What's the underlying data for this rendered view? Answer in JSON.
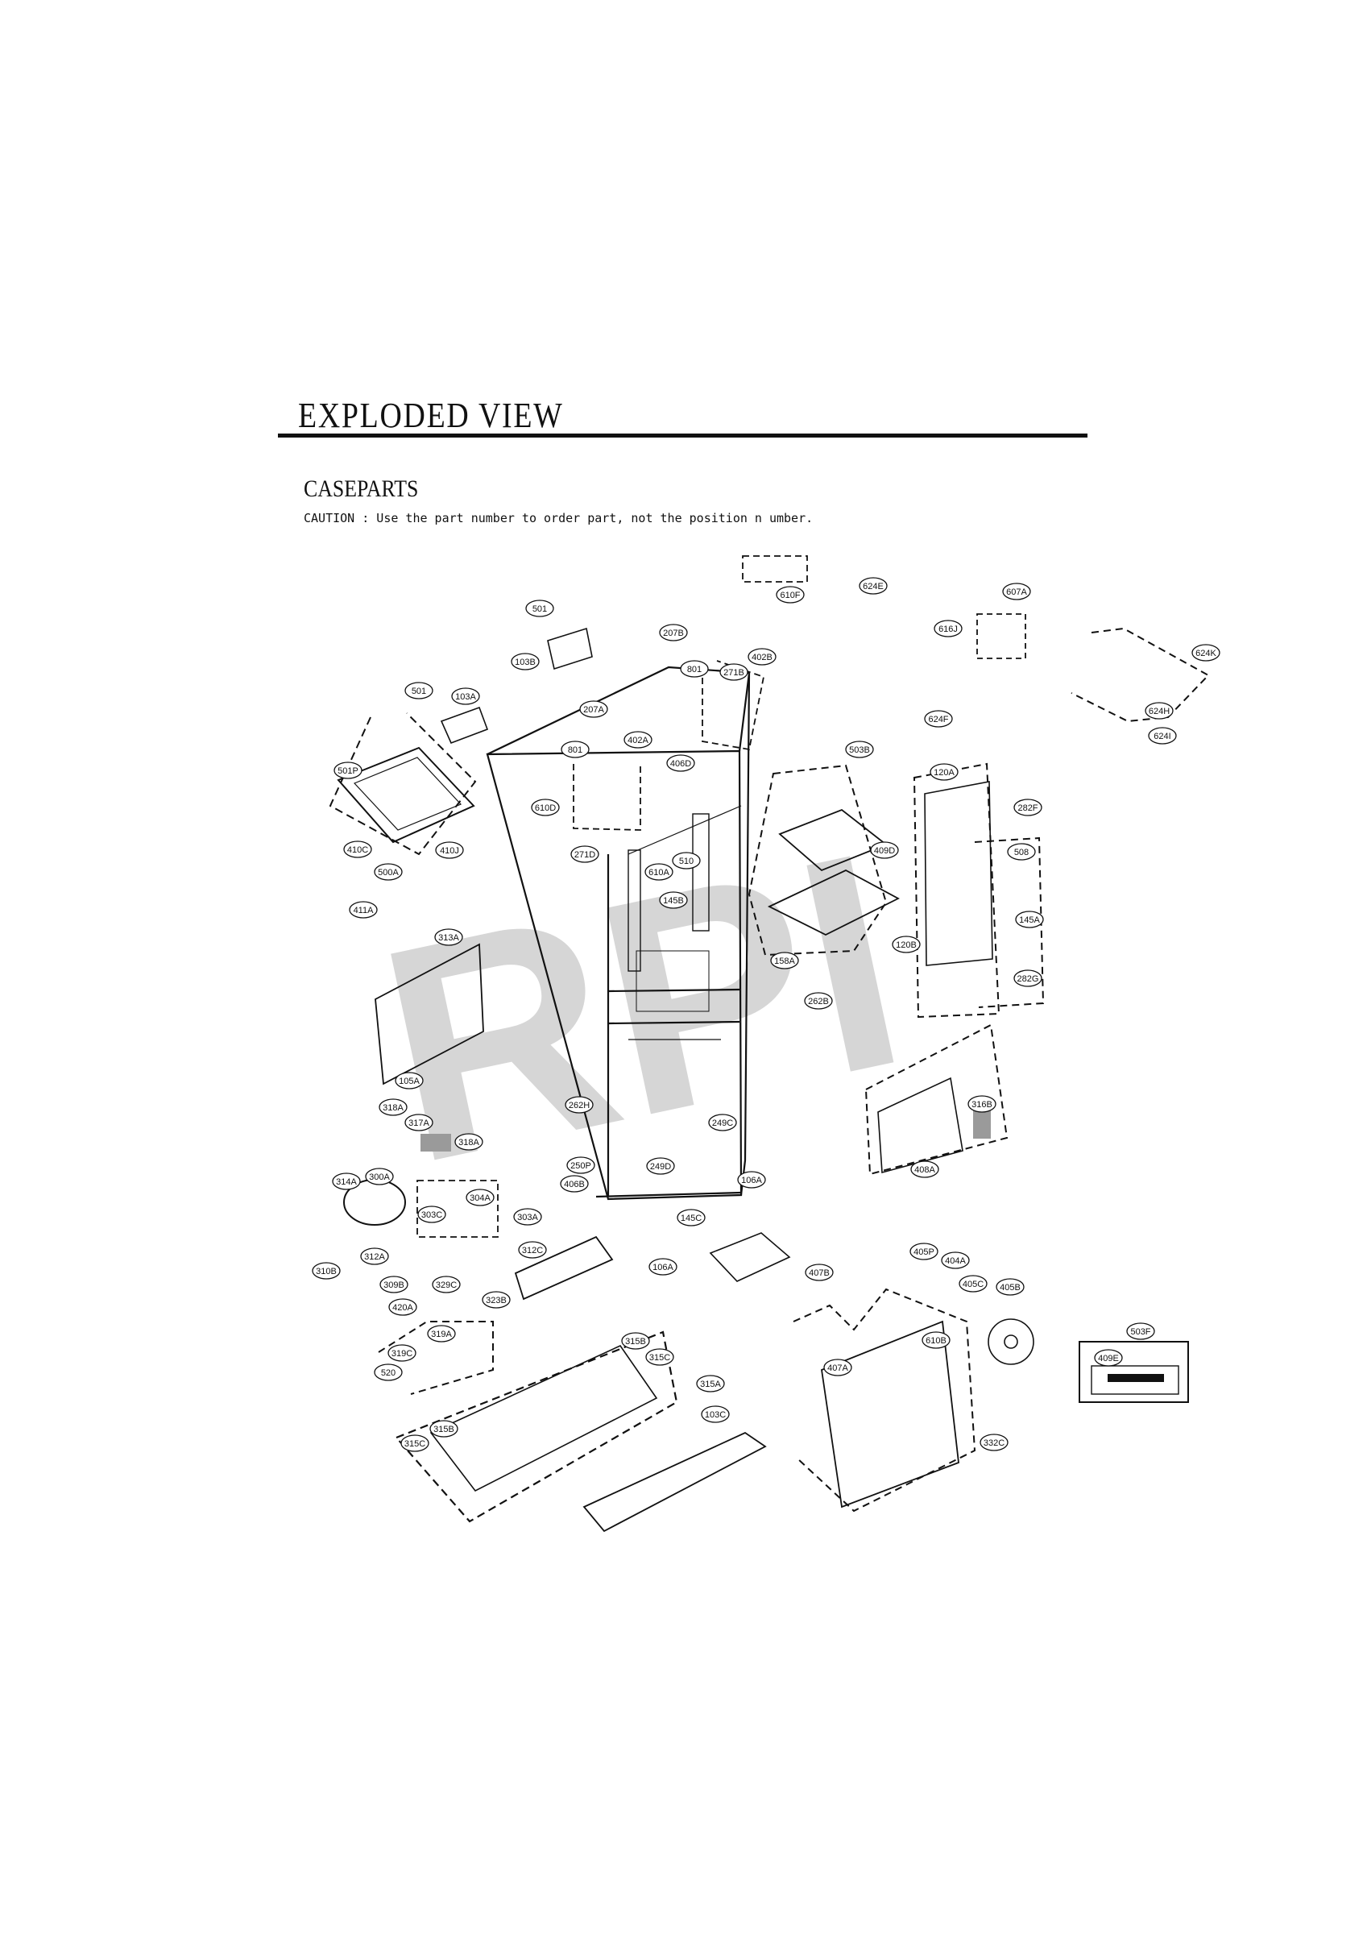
{
  "header": {
    "title": "EXPLODED VIEW",
    "section": "CASEPARTS",
    "caution": "CAUTION : Use the part number to order part, not the position n umber."
  },
  "watermark": "RPI",
  "callouts": [
    "610F",
    "624E",
    "607A",
    "501",
    "207B",
    "402B",
    "616J",
    "624K",
    "103B",
    "801",
    "271B",
    "501",
    "103A",
    "207A",
    "624F",
    "624H",
    "624I",
    "402A",
    "801",
    "406D",
    "503B",
    "501P",
    "610D",
    "120A",
    "282F",
    "271D",
    "510",
    "610A",
    "409D",
    "508",
    "410C",
    "500A",
    "410J",
    "145B",
    "411A",
    "145A",
    "313A",
    "158A",
    "120B",
    "282G",
    "262B",
    "105A",
    "262H",
    "249C",
    "316B",
    "318A",
    "317A",
    "318A",
    "250P",
    "249D",
    "406B",
    "106A",
    "408A",
    "314A",
    "300A",
    "304A",
    "303C",
    "303A",
    "145C",
    "312A",
    "310B",
    "312C",
    "106A",
    "405P",
    "404A",
    "407B",
    "405C",
    "405B",
    "309B",
    "329C",
    "420A",
    "323B",
    "503F",
    "409E",
    "610B",
    "319A",
    "319C",
    "315B",
    "315C",
    "520",
    "407A",
    "315A",
    "103C",
    "332C",
    "315B",
    "315C"
  ],
  "colors": {
    "ink": "#111111",
    "watermark": "#d6d6d6",
    "swatch": "#9a9a9a"
  }
}
